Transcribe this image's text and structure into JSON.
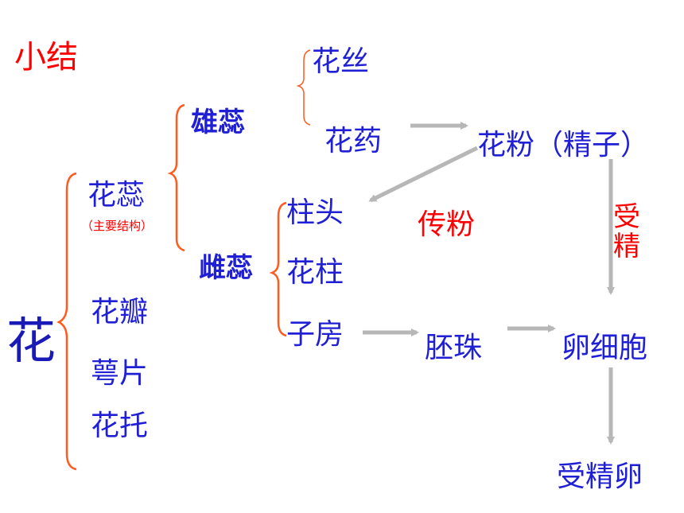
{
  "title": "小结",
  "root": "花",
  "parts": {
    "huarui": "花蕊",
    "huarui_note": "（主要结构）",
    "petal": "花瓣",
    "sepal": "萼片",
    "receptacle": "花托"
  },
  "stamen": {
    "label": "雄蕊",
    "filament": "花丝",
    "anther": "花药"
  },
  "pistil": {
    "label": "雌蕊",
    "stigma": "柱头",
    "style": "花柱",
    "ovary": "子房"
  },
  "process": {
    "pollen": "花粉（精子）",
    "pollination": "传粉",
    "fertilization": "受精",
    "ovule": "胚珠",
    "egg": "卵细胞",
    "zygote": "受精卵"
  },
  "colors": {
    "text_blue": "#1f1fd6",
    "text_red": "#ff0000",
    "bracket_orange": "#ff5a1f",
    "arrow_gray": "#b7b7b7"
  }
}
